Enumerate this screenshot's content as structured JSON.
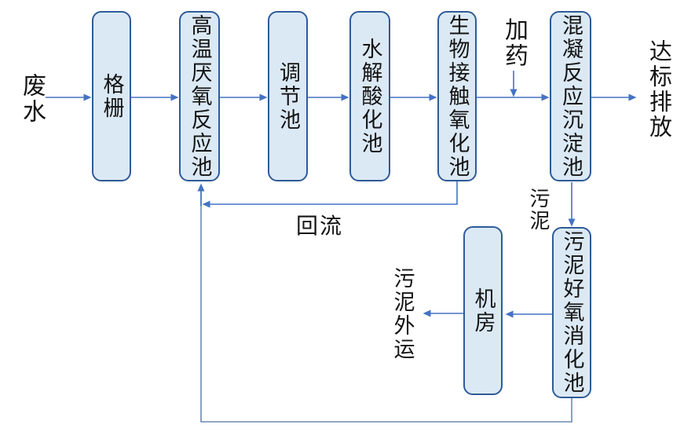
{
  "diagram_type": "process-flow-diagram",
  "subject": "wastewater treatment process",
  "colors": {
    "node_fill": "#dbe9f5",
    "node_border": "#2f5b97",
    "arrow": "#4472c4",
    "return_line": "#6d88b5",
    "text": "#141414",
    "background": "#ffffff"
  },
  "nodes": [
    {
      "id": "grille",
      "label": "格栅"
    },
    {
      "id": "anaerobic-reactor",
      "label": "高温厌氧反应池"
    },
    {
      "id": "regulating-tank",
      "label": "调节池"
    },
    {
      "id": "hydrolysis-tank",
      "label": "水解酸化池"
    },
    {
      "id": "bio-contact-tank",
      "label": "生物接触氧化池"
    },
    {
      "id": "coagulation-tank",
      "label": "混凝反应沉淀池"
    },
    {
      "id": "machine-room",
      "label": "机房"
    },
    {
      "id": "sludge-digestion-tank",
      "label": "污泥好氧消化池"
    }
  ],
  "labels": {
    "wastewater_in": "废水",
    "dosing": "加药",
    "discharge_out": "达标排放",
    "sludge": "污泥",
    "reflux": "回流",
    "sludge_out": "污泥外运"
  },
  "edges": [
    {
      "from": "废水",
      "to": "格栅"
    },
    {
      "from": "格栅",
      "to": "高温厌氧反应池"
    },
    {
      "from": "高温厌氧反应池",
      "to": "调节池"
    },
    {
      "from": "调节池",
      "to": "水解酸化池"
    },
    {
      "from": "水解酸化池",
      "to": "生物接触氧化池"
    },
    {
      "from": "生物接触氧化池",
      "to": "混凝反应沉淀池"
    },
    {
      "from": "加药",
      "to": "混凝反应沉淀池进水线"
    },
    {
      "from": "混凝反应沉淀池",
      "to": "达标排放"
    },
    {
      "from": "混凝反应沉淀池",
      "to": "污泥好氧消化池",
      "label": "污泥"
    },
    {
      "from": "污泥好氧消化池",
      "to": "机房"
    },
    {
      "from": "机房",
      "to": "污泥外运"
    },
    {
      "from": "生物接触氧化池",
      "to": "高温厌氧反应池",
      "label": "回流"
    },
    {
      "from": "污泥好氧消化池",
      "to": "高温厌氧反应池",
      "label": ""
    }
  ]
}
